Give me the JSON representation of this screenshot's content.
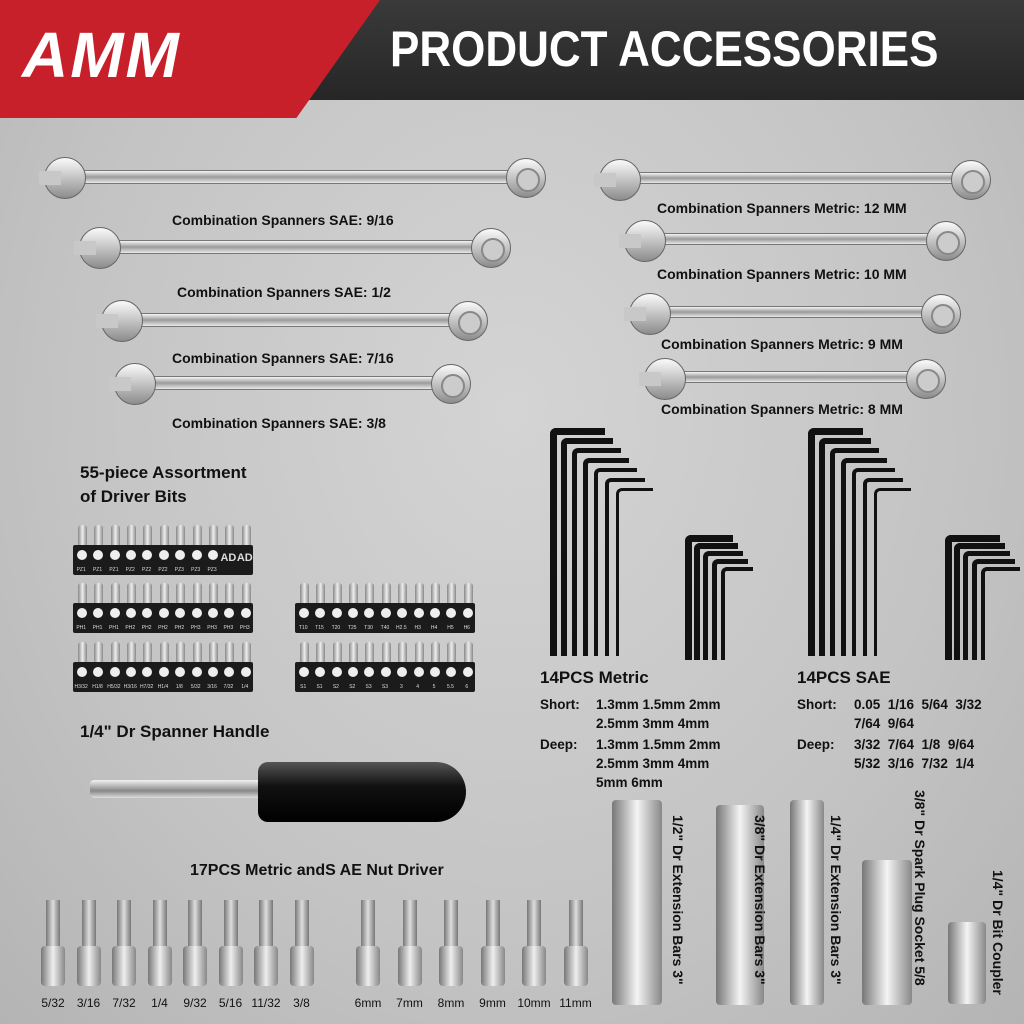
{
  "header": {
    "logo": "AMM",
    "title": "PRODUCT ACCESSORIES",
    "brand_color": "#c8202a"
  },
  "spanners": {
    "sae": [
      "Combination Spanners SAE: 9/16",
      "Combination Spanners SAE: 1/2",
      "Combination Spanners SAE: 7/16",
      "Combination Spanners SAE: 3/8"
    ],
    "metric": [
      "Combination Spanners Metric: 12 MM",
      "Combination Spanners Metric: 10 MM",
      "Combination Spanners Metric: 9 MM",
      "Combination Spanners Metric: 8 MM"
    ]
  },
  "bits": {
    "title_line1": "55-piece Assortment",
    "title_line2": "of Driver Bits",
    "strips": [
      [
        "PZ1",
        "PZ1",
        "PZ1",
        "PZ2",
        "PZ2",
        "PZ2",
        "PZ3",
        "PZ3",
        "PZ3",
        "AD",
        "AD"
      ],
      [
        "PH1",
        "PH1",
        "PH1",
        "PH2",
        "PH2",
        "PH2",
        "PH2",
        "PH3",
        "PH3",
        "PH3",
        "PH3"
      ],
      [
        "H3/32",
        "H1/8",
        "H5/32",
        "H3/16",
        "H7/32",
        "H1/4",
        "1/8",
        "5/32",
        "3/16",
        "7/32",
        "1/4"
      ],
      [
        "T10",
        "T15",
        "T20",
        "T25",
        "T30",
        "T40",
        "H2.5",
        "H3",
        "H4",
        "H5",
        "H6"
      ],
      [
        "S1",
        "S1",
        "S2",
        "S2",
        "S3",
        "S3",
        "3",
        "4",
        "5",
        "5.5",
        "6"
      ]
    ]
  },
  "hex_keys": {
    "metric": {
      "title": "14PCS Metric",
      "short_label": "Short:",
      "short": [
        "1.3mm 1.5mm 2mm",
        "2.5mm 3mm 4mm"
      ],
      "deep_label": "Deep:",
      "deep": [
        "1.3mm 1.5mm 2mm",
        "2.5mm 3mm 4mm",
        "5mm 6mm"
      ]
    },
    "sae": {
      "title": "14PCS SAE",
      "short_label": "Short:",
      "short": [
        "0.05  1/16  5/64  3/32",
        "7/64  9/64"
      ],
      "deep_label": "Deep:",
      "deep": [
        "3/32  7/64  1/8  9/64",
        "5/32  3/16  7/32  1/4"
      ]
    }
  },
  "handle": {
    "title": "1/4\" Dr Spanner Handle"
  },
  "nut_drivers": {
    "title": "17PCS Metric andS AE Nut Driver",
    "sae": [
      "5/32",
      "3/16",
      "7/32",
      "1/4",
      "9/32",
      "5/16",
      "11/32",
      "3/8"
    ],
    "metric": [
      "6mm",
      "7mm",
      "8mm",
      "9mm",
      "10mm",
      "11mm"
    ]
  },
  "extensions": [
    "1/2\" Dr Extension Bars 3\"",
    "3/8\" Dr Extension Bars 3\"",
    "1/4\" Dr Extension Bars 3\"",
    "3/8\" Dr Spark Plug Socket 5/8",
    "1/4\" Dr Bit Coupler"
  ]
}
